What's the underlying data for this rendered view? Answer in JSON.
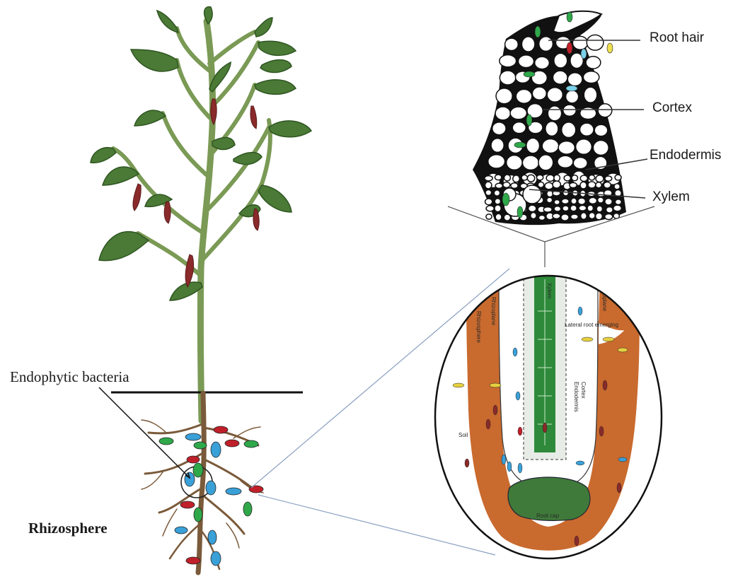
{
  "labels": {
    "root_hair": "Root hair",
    "cortex": "Cortex",
    "endodermis": "Endodermis",
    "xylem": "Xylem",
    "endophytic_bacteria": "Endophytic bacteria",
    "rhizosphere": "Rhizosphere"
  },
  "inset_labels": {
    "soil": "Soil",
    "rhizosphere_left": "Rhizosphere",
    "rhizoplane_left": "Rhizoplane",
    "rhizoplane_right": "Rhizoplane",
    "lateral_root_emerging": "Lateral root emerging",
    "cortex": "Cortex",
    "endodermis": "Endodermis",
    "xylem": "Xylem",
    "root_cap": "Root cap"
  },
  "colors": {
    "leaf": "#4a7a35",
    "stem": "#7a9a55",
    "pepper": "#8a2a2a",
    "root": "#7a5a3a",
    "rhizosphere_zone": "#c96a2e",
    "vascular": "#2e8a3a",
    "bacteria_green": "#2fa84a",
    "bacteria_red": "#c0202a",
    "bacteria_blue": "#3aa0d8",
    "bacteria_yellow": "#e6d040"
  }
}
